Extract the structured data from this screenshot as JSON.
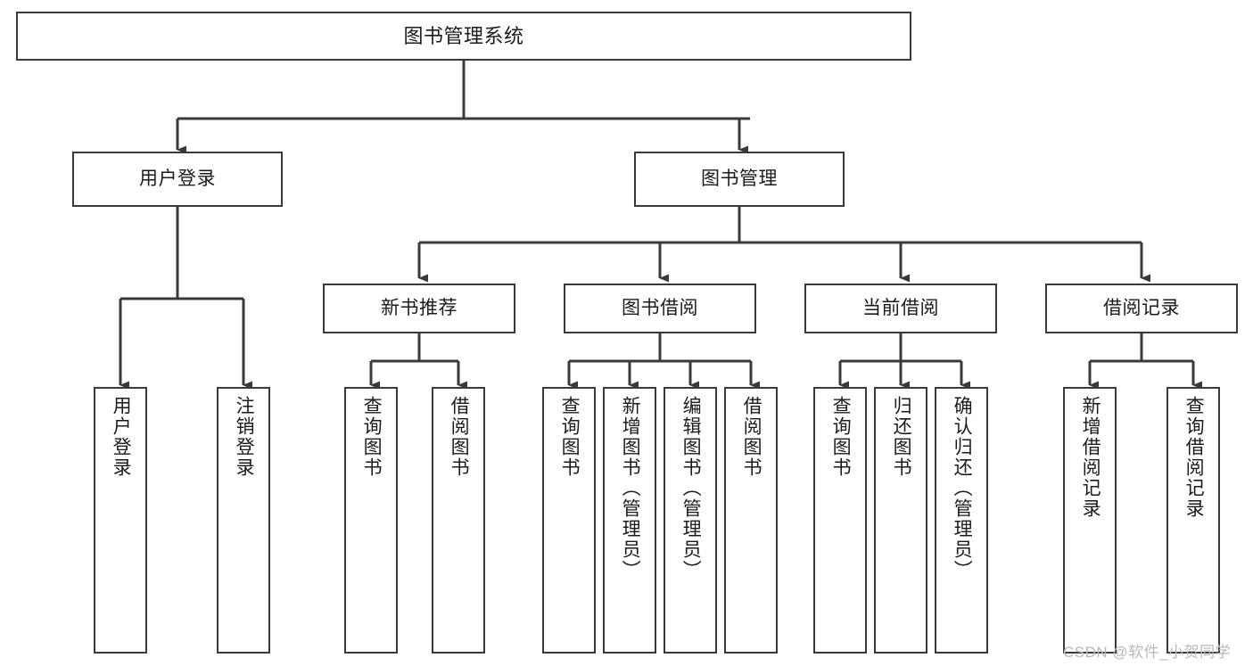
{
  "diagram": {
    "title": "图书管理系统",
    "type": "tree-hierarchy-chart",
    "watermark": "CSDN @软件_小贺同学",
    "colors": {
      "box_border": "#3a3a3a",
      "box_fill": "#ffffff",
      "edge": "#3a3a3a",
      "text": "#1b1b1b",
      "watermark": "#b9b9b9"
    },
    "nodes": {
      "root": {
        "label": "图书管理系统",
        "orientation": "horizontal"
      },
      "level2": [
        {
          "label": "用户登录",
          "orientation": "horizontal"
        },
        {
          "label": "图书管理",
          "orientation": "horizontal"
        }
      ],
      "level3": [
        {
          "label": "新书推荐",
          "orientation": "horizontal"
        },
        {
          "label": "图书借阅",
          "orientation": "horizontal"
        },
        {
          "label": "当前借阅",
          "orientation": "horizontal"
        },
        {
          "label": "借阅记录",
          "orientation": "horizontal"
        }
      ],
      "leaves": {
        "user_login": [
          {
            "label": "用户登录",
            "orientation": "vertical"
          },
          {
            "label": "注销登录",
            "orientation": "vertical"
          }
        ],
        "new_book_recommend": [
          {
            "label": "查询图书",
            "orientation": "vertical"
          },
          {
            "label": "借阅图书",
            "orientation": "vertical"
          }
        ],
        "book_borrow": [
          {
            "label": "查询图书",
            "orientation": "vertical"
          },
          {
            "label": "新增图书（管理员）",
            "orientation": "vertical"
          },
          {
            "label": "编辑图书（管理员）",
            "orientation": "vertical"
          },
          {
            "label": "借阅图书",
            "orientation": "vertical"
          }
        ],
        "current_borrow": [
          {
            "label": "查询图书",
            "orientation": "vertical"
          },
          {
            "label": "归还图书",
            "orientation": "vertical"
          },
          {
            "label": "确认归还（管理员）",
            "orientation": "vertical"
          }
        ],
        "borrow_record": [
          {
            "label": "新增借阅记录",
            "orientation": "vertical"
          },
          {
            "label": "查询借阅记录",
            "orientation": "vertical"
          }
        ]
      }
    }
  }
}
